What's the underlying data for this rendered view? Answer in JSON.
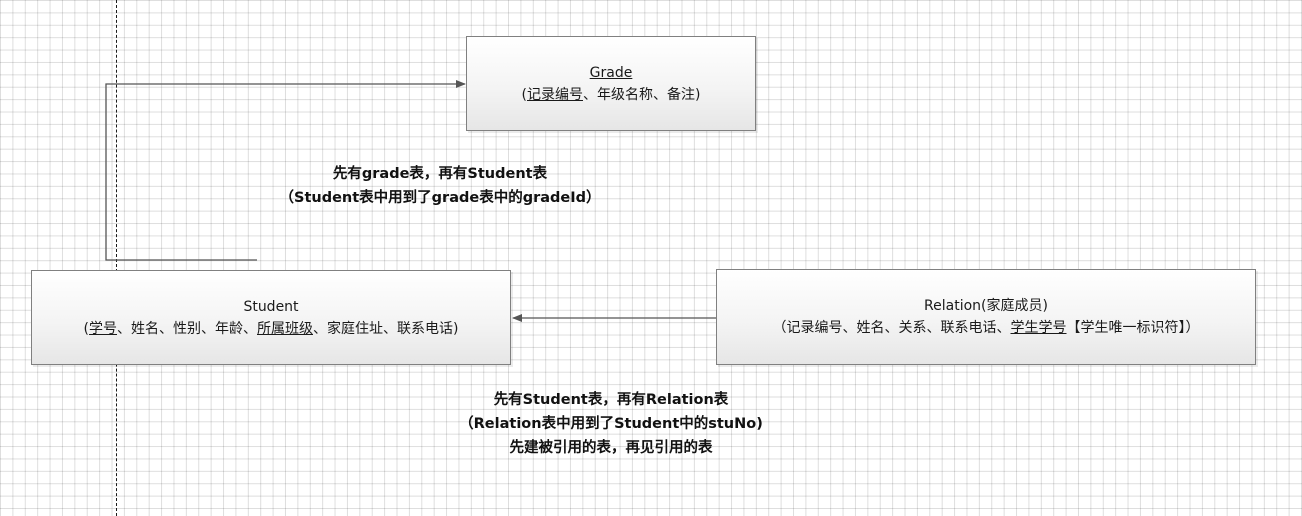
{
  "grade": {
    "title": "Grade",
    "open": "(",
    "key_field": "记录编号",
    "rest": "、年级名称、备注)"
  },
  "student": {
    "title": "Student",
    "open": "(",
    "key_field": "学号",
    "mid": "、姓名、性别、年龄、",
    "foreign_field": "所属班级",
    "rest": "、家庭住址、联系电话)"
  },
  "relation": {
    "title": "Relation(家庭成员)",
    "lead": "（记录编号、姓名、关系、联系电话、",
    "foreign_field": "学生学号",
    "rest": "【学生唯一标识符】）"
  },
  "note_grade_student": {
    "line1": "先有grade表，再有Student表",
    "line2": "（Student表中用到了grade表中的gradeId）"
  },
  "note_student_relation": {
    "line1": "先有Student表，再有Relation表",
    "line2": "（Relation表中用到了Student中的stuNo)",
    "line3": "先建被引用的表，再见引用的表"
  }
}
